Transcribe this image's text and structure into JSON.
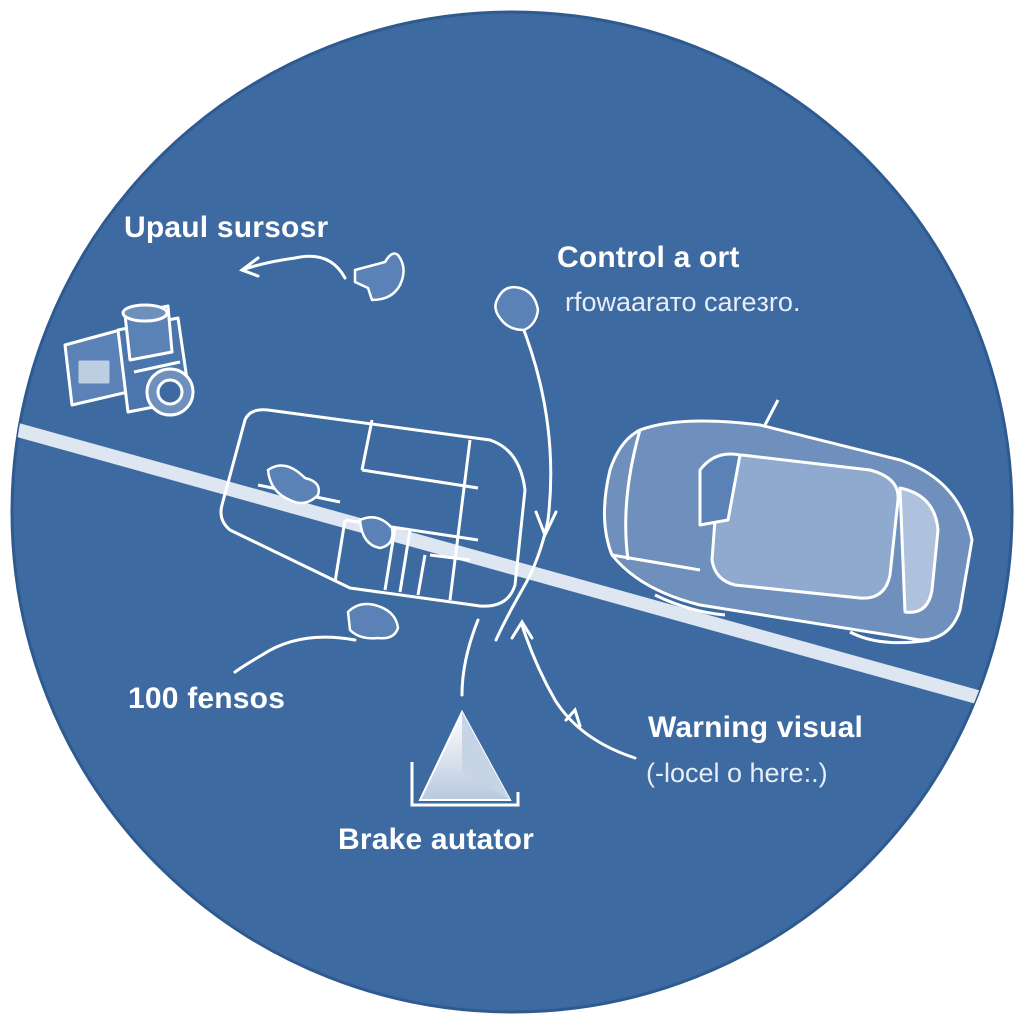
{
  "colors": {
    "circle_fill": "#3d6aa1",
    "line_color": "#ffffff",
    "road_color": "#dde6f1",
    "car_fill": "#6f8fbd",
    "page_background": "#ffffff"
  },
  "labels": {
    "upper_sensor": "Upaul sursosr",
    "control_unit": "Control a ort",
    "control_unit_sub": "rfowaarато careзro.",
    "sensors": "100 fensos",
    "brake_actuator": "Brake autator",
    "warning_visual": "Warning visual",
    "warning_visual_sub": "(-locel o here:.)"
  },
  "icons": [
    "camera-sensor-icon",
    "hand-pointer-icon",
    "truck-outline-icon",
    "car-icon",
    "warning-triangle-icon"
  ]
}
